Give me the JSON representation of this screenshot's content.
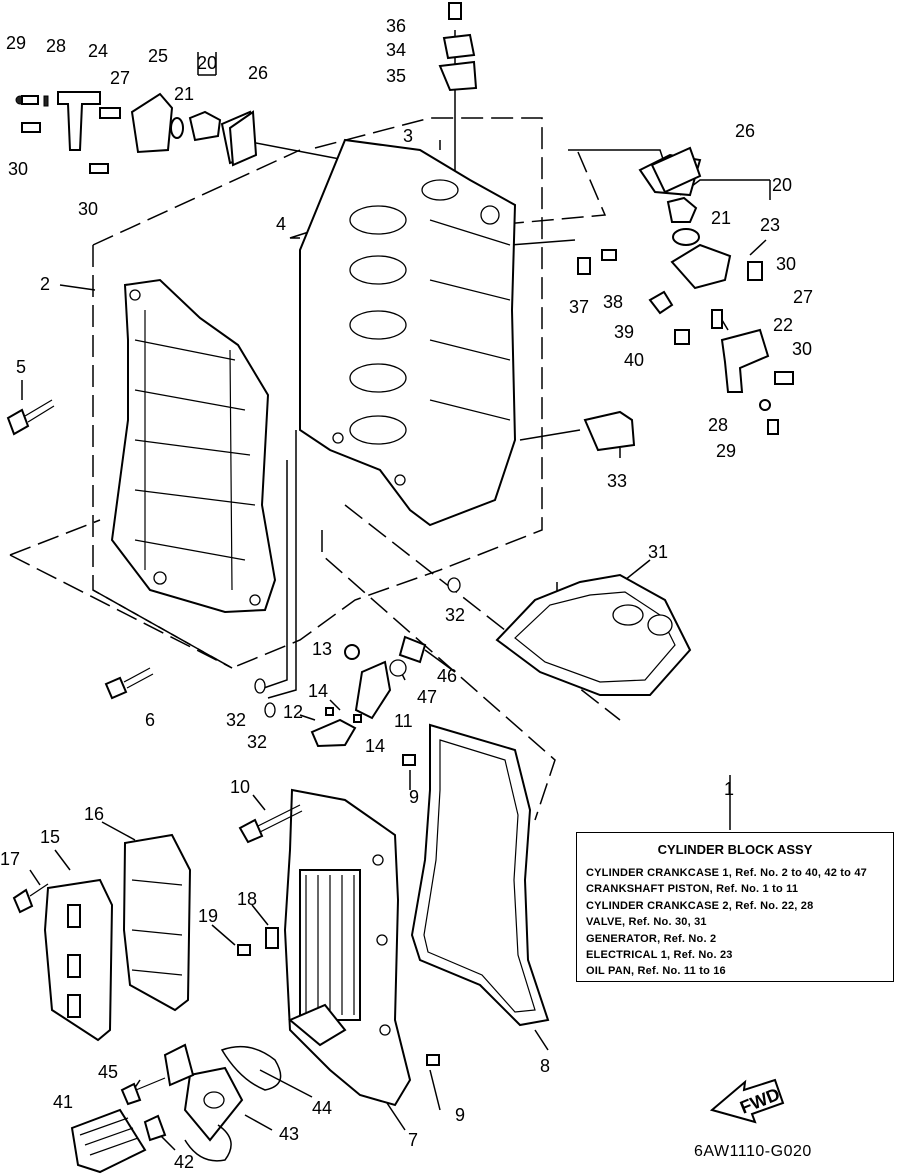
{
  "info_box": {
    "title": "CYLINDER BLOCK ASSY",
    "lines": [
      "CYLINDER CRANKCASE 1,  Ref. No. 2 to 40, 42 to 47",
      "CRANKSHAFT PISTON,  Ref. No. 1 to 11",
      "CYLINDER CRANKCASE 2,  Ref. No. 22, 28",
      "VALVE,  Ref. No. 30, 31",
      "GENERATOR,  Ref. No. 2",
      "ELECTRICAL 1,  Ref. No. 23",
      "OIL PAN,  Ref. No. 11 to 16"
    ]
  },
  "fwd_label": "FWD",
  "drawing_code": "6AW1110-G020",
  "callouts": {
    "c1": "1",
    "c2": "2",
    "c3": "3",
    "c4": "4",
    "c5": "5",
    "c6": "6",
    "c7": "7",
    "c8": "8",
    "c9a": "9",
    "c9b": "9",
    "c10": "10",
    "c11": "11",
    "c12": "12",
    "c13": "13",
    "c14a": "14",
    "c14b": "14",
    "c15": "15",
    "c16": "16",
    "c17": "17",
    "c18": "18",
    "c19": "19",
    "c20a": "20",
    "c20b": "20",
    "c21a": "21",
    "c21b": "21",
    "c22": "22",
    "c23": "23",
    "c24": "24",
    "c25": "25",
    "c26a": "26",
    "c26b": "26",
    "c27a": "27",
    "c27b": "27",
    "c28a": "28",
    "c28b": "28",
    "c29a": "29",
    "c29b": "29",
    "c30a": "30",
    "c30b": "30",
    "c30c": "30",
    "c30d": "30",
    "c31": "31",
    "c32a": "32",
    "c32b": "32",
    "c32c": "32",
    "c33": "33",
    "c34": "34",
    "c35": "35",
    "c36": "36",
    "c37": "37",
    "c38": "38",
    "c39": "39",
    "c40": "40",
    "c41": "41",
    "c42": "42",
    "c43": "43",
    "c44": "44",
    "c45": "45",
    "c46": "46",
    "c47": "47"
  }
}
